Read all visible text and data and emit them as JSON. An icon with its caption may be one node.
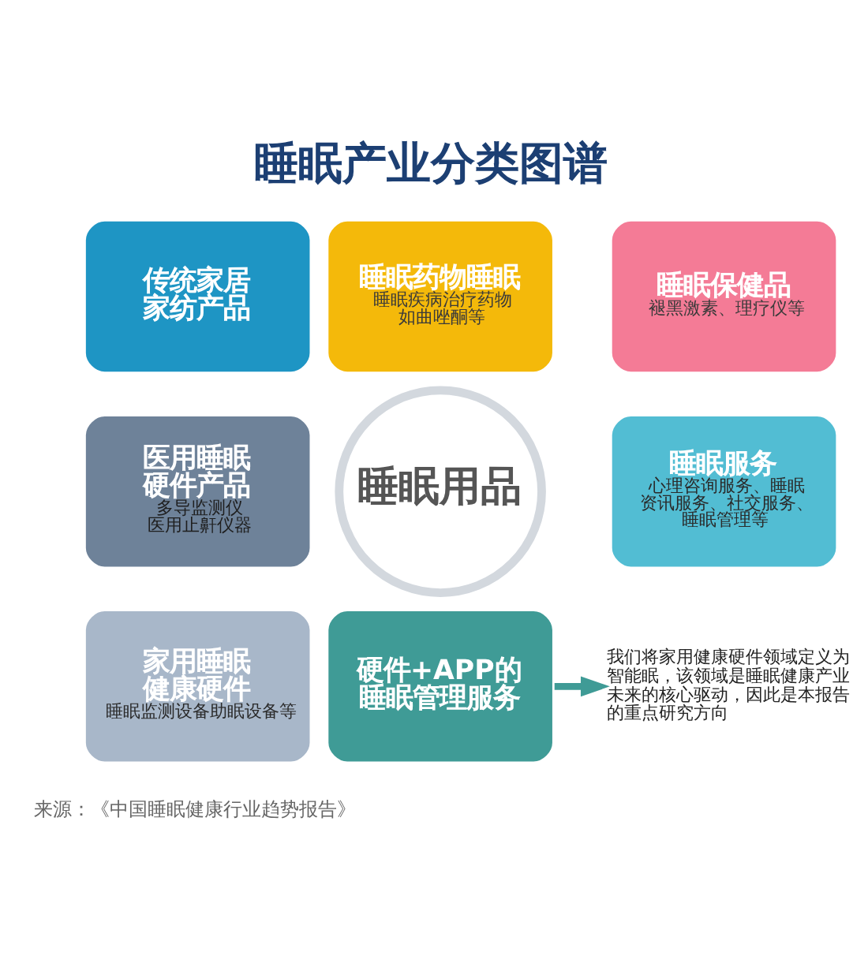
{
  "diagram": {
    "title": "睡眠产业分类图谱",
    "nodes": [
      {
        "text": [
          "睡眠药物睡眠",
          "睡眠疾病治疗药物如曲唑酮等"
        ]
      },
      {
        "text": [
          "睡眠保健品",
          "褪黑激素、理疗仪等"
        ]
      },
      {
        "text": [
          "传统家居家纺产品"
        ]
      },
      {
        "text": [
          "睡眠用品"
        ]
      },
      {
        "text": [
          "睡眠服务",
          "心理咨询服务、睡眠资讯服务、社交服务、睡眠管理等"
        ]
      },
      {
        "text": [
          "医用睡眠硬件产品",
          "多导监测仪",
          "医用止鼾仪器"
        ]
      },
      {
        "text": [
          "家用睡眠健康硬件",
          "睡眠监测设备助眠设备等"
        ]
      },
      {
        "text": [
          "硬件+APP的睡眠管理服务"
        ]
      },
      {
        "text": [
          "我们将家用健康硬件领域定义为智能眠，该领域是睡眠健康产业未来的核心驱动，因此是本报告的重点研究方向"
        ]
      }
    ],
    "edges": [
      {
        "from": 7,
        "to": 8,
        "arrow": "to"
      }
    ],
    "labels": [
      "来源：《中国睡眠健康行业趋势报告》"
    ]
  }
}
